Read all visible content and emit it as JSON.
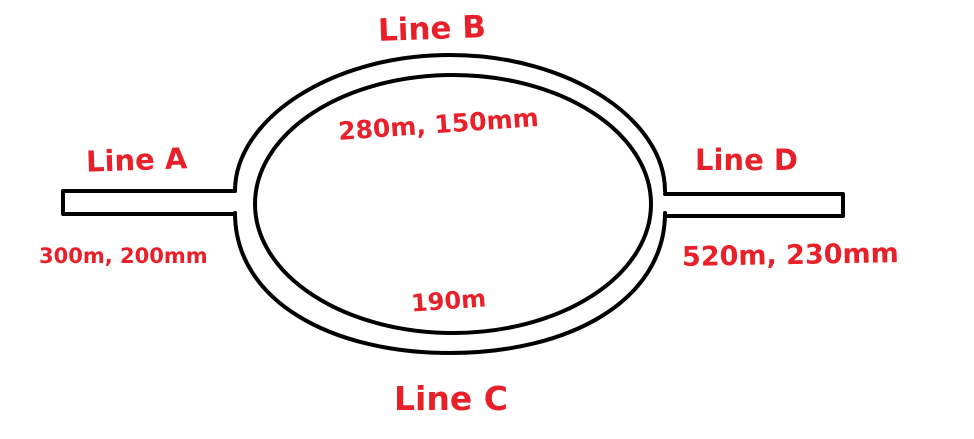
{
  "colors": {
    "label": "#e8202a",
    "pipe_stroke": "#000000",
    "background": "#ffffff"
  },
  "lines": {
    "a": {
      "name": "Line A",
      "info": "300m, 200mm"
    },
    "b": {
      "name": "Line B",
      "info": "280m, 150mm"
    },
    "c": {
      "name": "Line C",
      "info": "190m"
    },
    "d": {
      "name": "Line D",
      "info": "520m, 230mm"
    }
  }
}
